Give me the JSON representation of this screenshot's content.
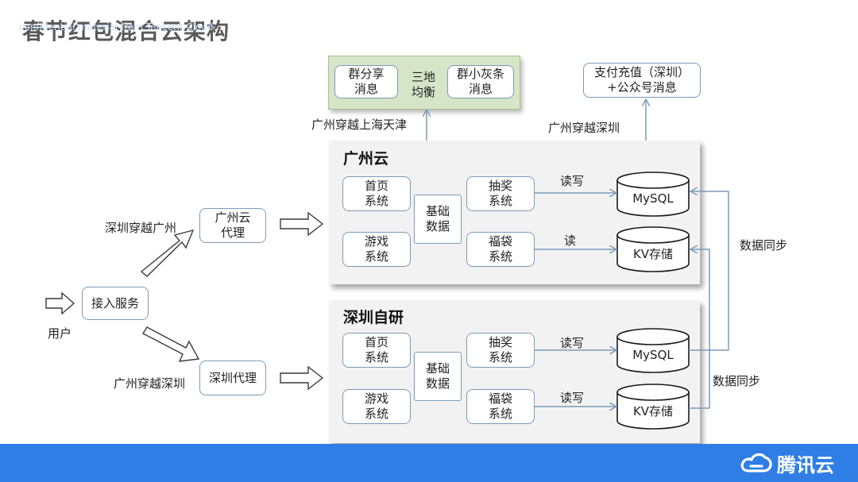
{
  "title": "春节红包混合云架构",
  "footer": {
    "text": "confidential material from Tencent Cloud",
    "logo": "腾讯云",
    "logo_icon": "cloud-icon"
  },
  "colors": {
    "panel": "#f2f2f2",
    "node_border": "#7a9bb8",
    "arrow": "#7a9bb8",
    "green_box": "#d6e5c8",
    "footer": "#2f7ee6",
    "title": "#595959"
  },
  "entry": {
    "user_label": "用户",
    "access_service": "接入服务"
  },
  "proxies": {
    "gz_proxy": "广州云\n代理",
    "sz_proxy": "深圳代理",
    "gz_route_label": "深圳穿越广州",
    "sz_route_label": "广州穿越深圳"
  },
  "gz_cloud": {
    "title": "广州云",
    "homepage": "首页\n系统",
    "game": "游戏\n系统",
    "basic_data": "基础\n数据",
    "lottery": "抽奖\n系统",
    "lucky_bag": "福袋\n系统",
    "mysql": "MySQL",
    "kv": "KV存储",
    "lottery_db_label": "读写",
    "bag_db_label": "读"
  },
  "sz_cloud": {
    "title": "深圳自研",
    "homepage": "首页\n系统",
    "game": "游戏\n系统",
    "basic_data": "基础\n数据",
    "lottery": "抽奖\n系统",
    "lucky_bag": "福袋\n系统",
    "mysql": "MySQL",
    "kv": "KV存储",
    "lottery_db_label": "读写",
    "bag_db_label": "读写"
  },
  "top": {
    "group_share": "群分享\n消息",
    "three_place": "三地\n均衡",
    "group_gray": "群小灰条\n消息",
    "gz_to_sh_tj": "广州穿越上海天津",
    "payment": "支付充值（深圳）\n+公众号消息",
    "gz_to_sz": "广州穿越深圳"
  },
  "sync": {
    "mysql_sync": "数据同步",
    "kv_sync": "数据同步"
  }
}
